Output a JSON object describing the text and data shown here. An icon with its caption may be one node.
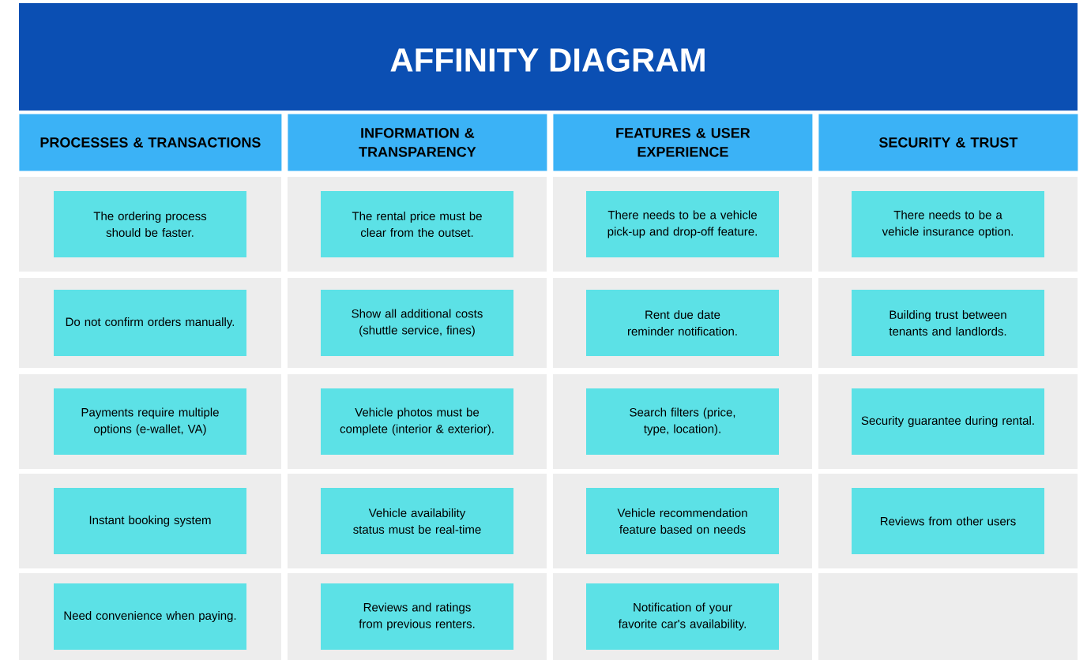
{
  "diagram": {
    "title": "AFFINITY DIAGRAM",
    "nodes": [
      {
        "text": [
          "PROCESSES & TRANSACTIONS"
        ]
      },
      {
        "text": [
          "INFORMATION & TRANSPARENCY"
        ]
      },
      {
        "text": [
          "FEATURES & USER EXPERIENCE"
        ]
      },
      {
        "text": [
          "SECURITY & TRUST"
        ]
      },
      {
        "text": [
          "The ordering process should be faster."
        ]
      },
      {
        "text": [
          "The rental price must be clear from the outset."
        ]
      },
      {
        "text": [
          "There needs to be a vehicle pick-up and drop-off feature."
        ]
      },
      {
        "text": [
          "There needs to be a vehicle insurance option."
        ]
      },
      {
        "text": [
          "Do not confirm orders manually."
        ]
      },
      {
        "text": [
          "Show all additional costs (shuttle service, fines)"
        ]
      },
      {
        "text": [
          "Rent due date reminder notification."
        ]
      },
      {
        "text": [
          "Building trust between tenants and landlords."
        ]
      },
      {
        "text": [
          "Payments require multiple options (e-wallet, VA)"
        ]
      },
      {
        "text": [
          "Vehicle photos must be complete (interior & exterior)."
        ]
      },
      {
        "text": [
          "Search filters (price, type, location)."
        ]
      },
      {
        "text": [
          "Security guarantee during rental."
        ]
      },
      {
        "text": [
          "Instant booking system"
        ]
      },
      {
        "text": [
          "Vehicle availability status must be real-time"
        ]
      },
      {
        "text": [
          "Vehicle recommendation feature based on needs"
        ]
      },
      {
        "text": [
          "Reviews from other users"
        ]
      },
      {
        "text": [
          "Need convenience when paying."
        ]
      },
      {
        "text": [
          "Reviews and ratings from previous renters."
        ]
      },
      {
        "text": [
          "Notification of your favorite car's availability."
        ]
      }
    ]
  }
}
